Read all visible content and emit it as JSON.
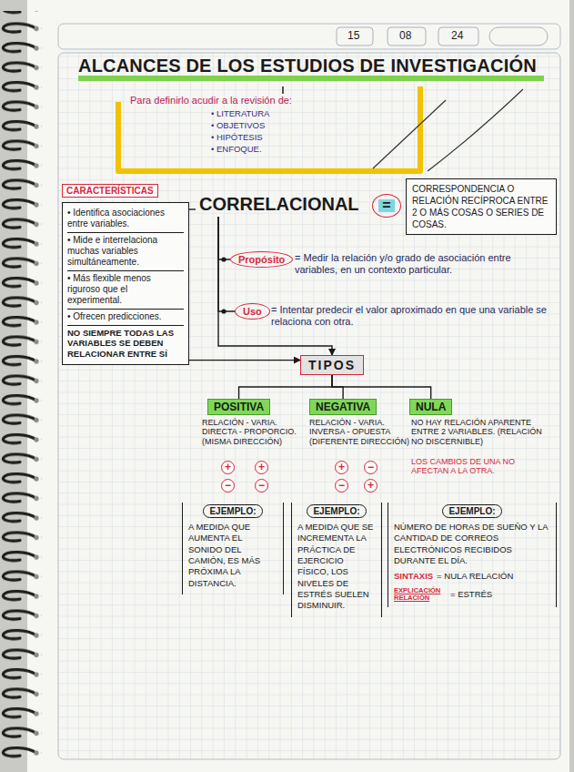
{
  "diagram": {
    "title": "ALCANCES DE LOS ESTUDIOS DE INVESTIGACIÓN",
    "nodes": [
      {
        "text": [
          "CARACTERÍSTICAS"
        ]
      },
      {
        "text": [
          "• Identifica asociaciones entre variables.",
          "• Mide e interrelaciona muchas variables simultáneamente.",
          "• Más flexible menos riguroso que el experimental.",
          "• Ofrecen predicciones.",
          "NO SIEMPRE TODAS LAS VARIABLES SE DEBEN RELACIONAR ENTRE SÍ"
        ]
      },
      {
        "text": [
          "CORRELACIONAL"
        ]
      },
      {
        "text": [
          "="
        ]
      },
      {
        "text": [
          "CORRESPONDENCIA O RELACIÓN RECÍPROCA ENTRE 2 O MÁS COSAS O SERIES DE COSAS."
        ]
      },
      {
        "text": [
          "Propósito"
        ]
      },
      {
        "text": [
          "Uso"
        ]
      },
      {
        "text": [
          "TIPOS"
        ]
      },
      {
        "text": [
          "POSITIVA"
        ]
      },
      {
        "text": [
          "NEGATIVA"
        ]
      },
      {
        "text": [
          "NULA"
        ]
      },
      {
        "text": [
          "+"
        ]
      },
      {
        "text": [
          "+"
        ]
      },
      {
        "text": [
          "−"
        ]
      },
      {
        "text": [
          "−"
        ]
      },
      {
        "text": [
          "+"
        ]
      },
      {
        "text": [
          "−"
        ]
      },
      {
        "text": [
          "−"
        ]
      },
      {
        "text": [
          "+"
        ]
      },
      {
        "text": [
          "EJEMPLO:",
          "A MEDIDA QUE AUMENTA EL SONIDO DEL CAMIÓN, ES MÁS PRÓXIMA LA DISTANCIA."
        ]
      },
      {
        "text": [
          "EJEMPLO:",
          "A MEDIDA QUE SE INCREMENTA LA PRÁCTICA DE EJERCICIO FÍSICO, LOS NIVELES DE ESTRÉS SUELEN DISMINUIR."
        ]
      },
      {
        "text": [
          "EJEMPLO:",
          "NÚMERO DE HORAS DE SUEÑO Y LA CANTIDAD DE CORREOS ELECTRÓNICOS RECIBIDOS DURANTE EL DÍA.",
          "SINTAXIS",
          "= NULA RELACIÓN",
          "EXPLICACIÓN RELACIÓN",
          "= ESTRÉS"
        ]
      }
    ],
    "edges": [
      {
        "from": 2,
        "to": 1,
        "arrow": "none"
      },
      {
        "from": 2,
        "to": 5,
        "arrow": "none"
      },
      {
        "from": 2,
        "to": 6,
        "arrow": "none"
      },
      {
        "from": 2,
        "to": 7,
        "arrow": "to"
      },
      {
        "from": 1,
        "to": 7,
        "arrow": "to"
      },
      {
        "from": 7,
        "to": 8,
        "arrow": "none"
      },
      {
        "from": 7,
        "to": 9,
        "arrow": "none"
      },
      {
        "from": 7,
        "to": 10,
        "arrow": "none"
      }
    ],
    "labels": [
      "15",
      "08",
      "24",
      "Para definirlo acudir a la revisión de:",
      "• LITERATURA",
      "• OBJETIVOS",
      "• HIPÓTESIS",
      "• ENFOQUE.",
      "= Medir la relación y/o grado de asociación entre variables, en un contexto particular.",
      "= Intentar predecir el valor aproximado en que una variable se relaciona con otra.",
      "RELACIÓN - VARIA. DIRECTA - PROPORCIO. (MISMA DIRECCIÓN)",
      "RELACIÓN - VARIA. INVERSA - OPUESTA (DIFERENTE DIRECCIÓN)",
      "NO HAY RELACIÓN APARENTE ENTRE 2 VARIABLES. (RELACIÓN NO DISCERNIBLE)",
      "LOS CAMBIOS DE UNA NO AFECTAN A LA OTRA."
    ]
  }
}
